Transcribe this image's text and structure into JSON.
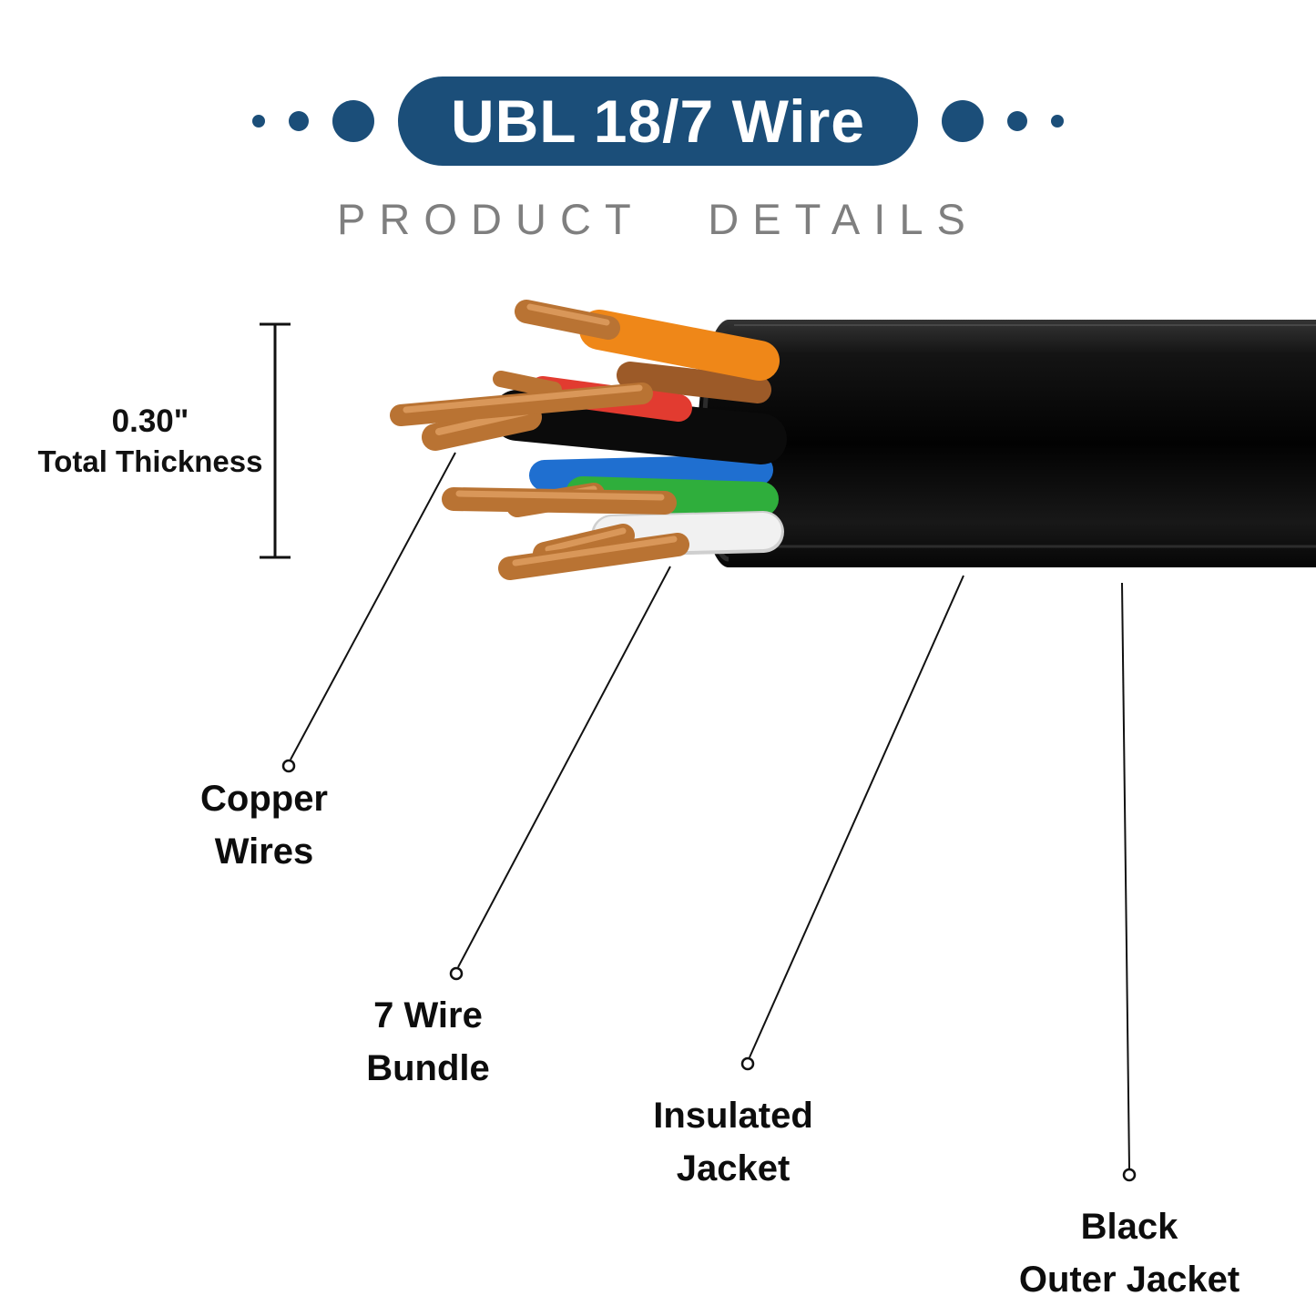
{
  "header": {
    "title": "UBL 18/7 Wire",
    "subtitle": "PRODUCT DETAILS"
  },
  "measurement": {
    "value": "0.30\"",
    "label": "Total Thickness"
  },
  "callouts": {
    "copper_wires": {
      "line1": "Copper",
      "line2": "Wires"
    },
    "wire_bundle": {
      "line1": "7 Wire",
      "line2": "Bundle"
    },
    "insulated_jacket": {
      "line1": "Insulated",
      "line2": "Jacket"
    },
    "outer_jacket": {
      "line1": "Black",
      "line2": "Outer Jacket"
    }
  },
  "colors": {
    "accent_blue": "#1b4e79",
    "subtitle_gray": "#7f7f7f",
    "jacket_black": "#0a0a0a",
    "copper": "#b97333",
    "wire_colors": [
      "orange",
      "brown",
      "red",
      "black",
      "blue",
      "green",
      "white",
      "bare-copper"
    ]
  }
}
